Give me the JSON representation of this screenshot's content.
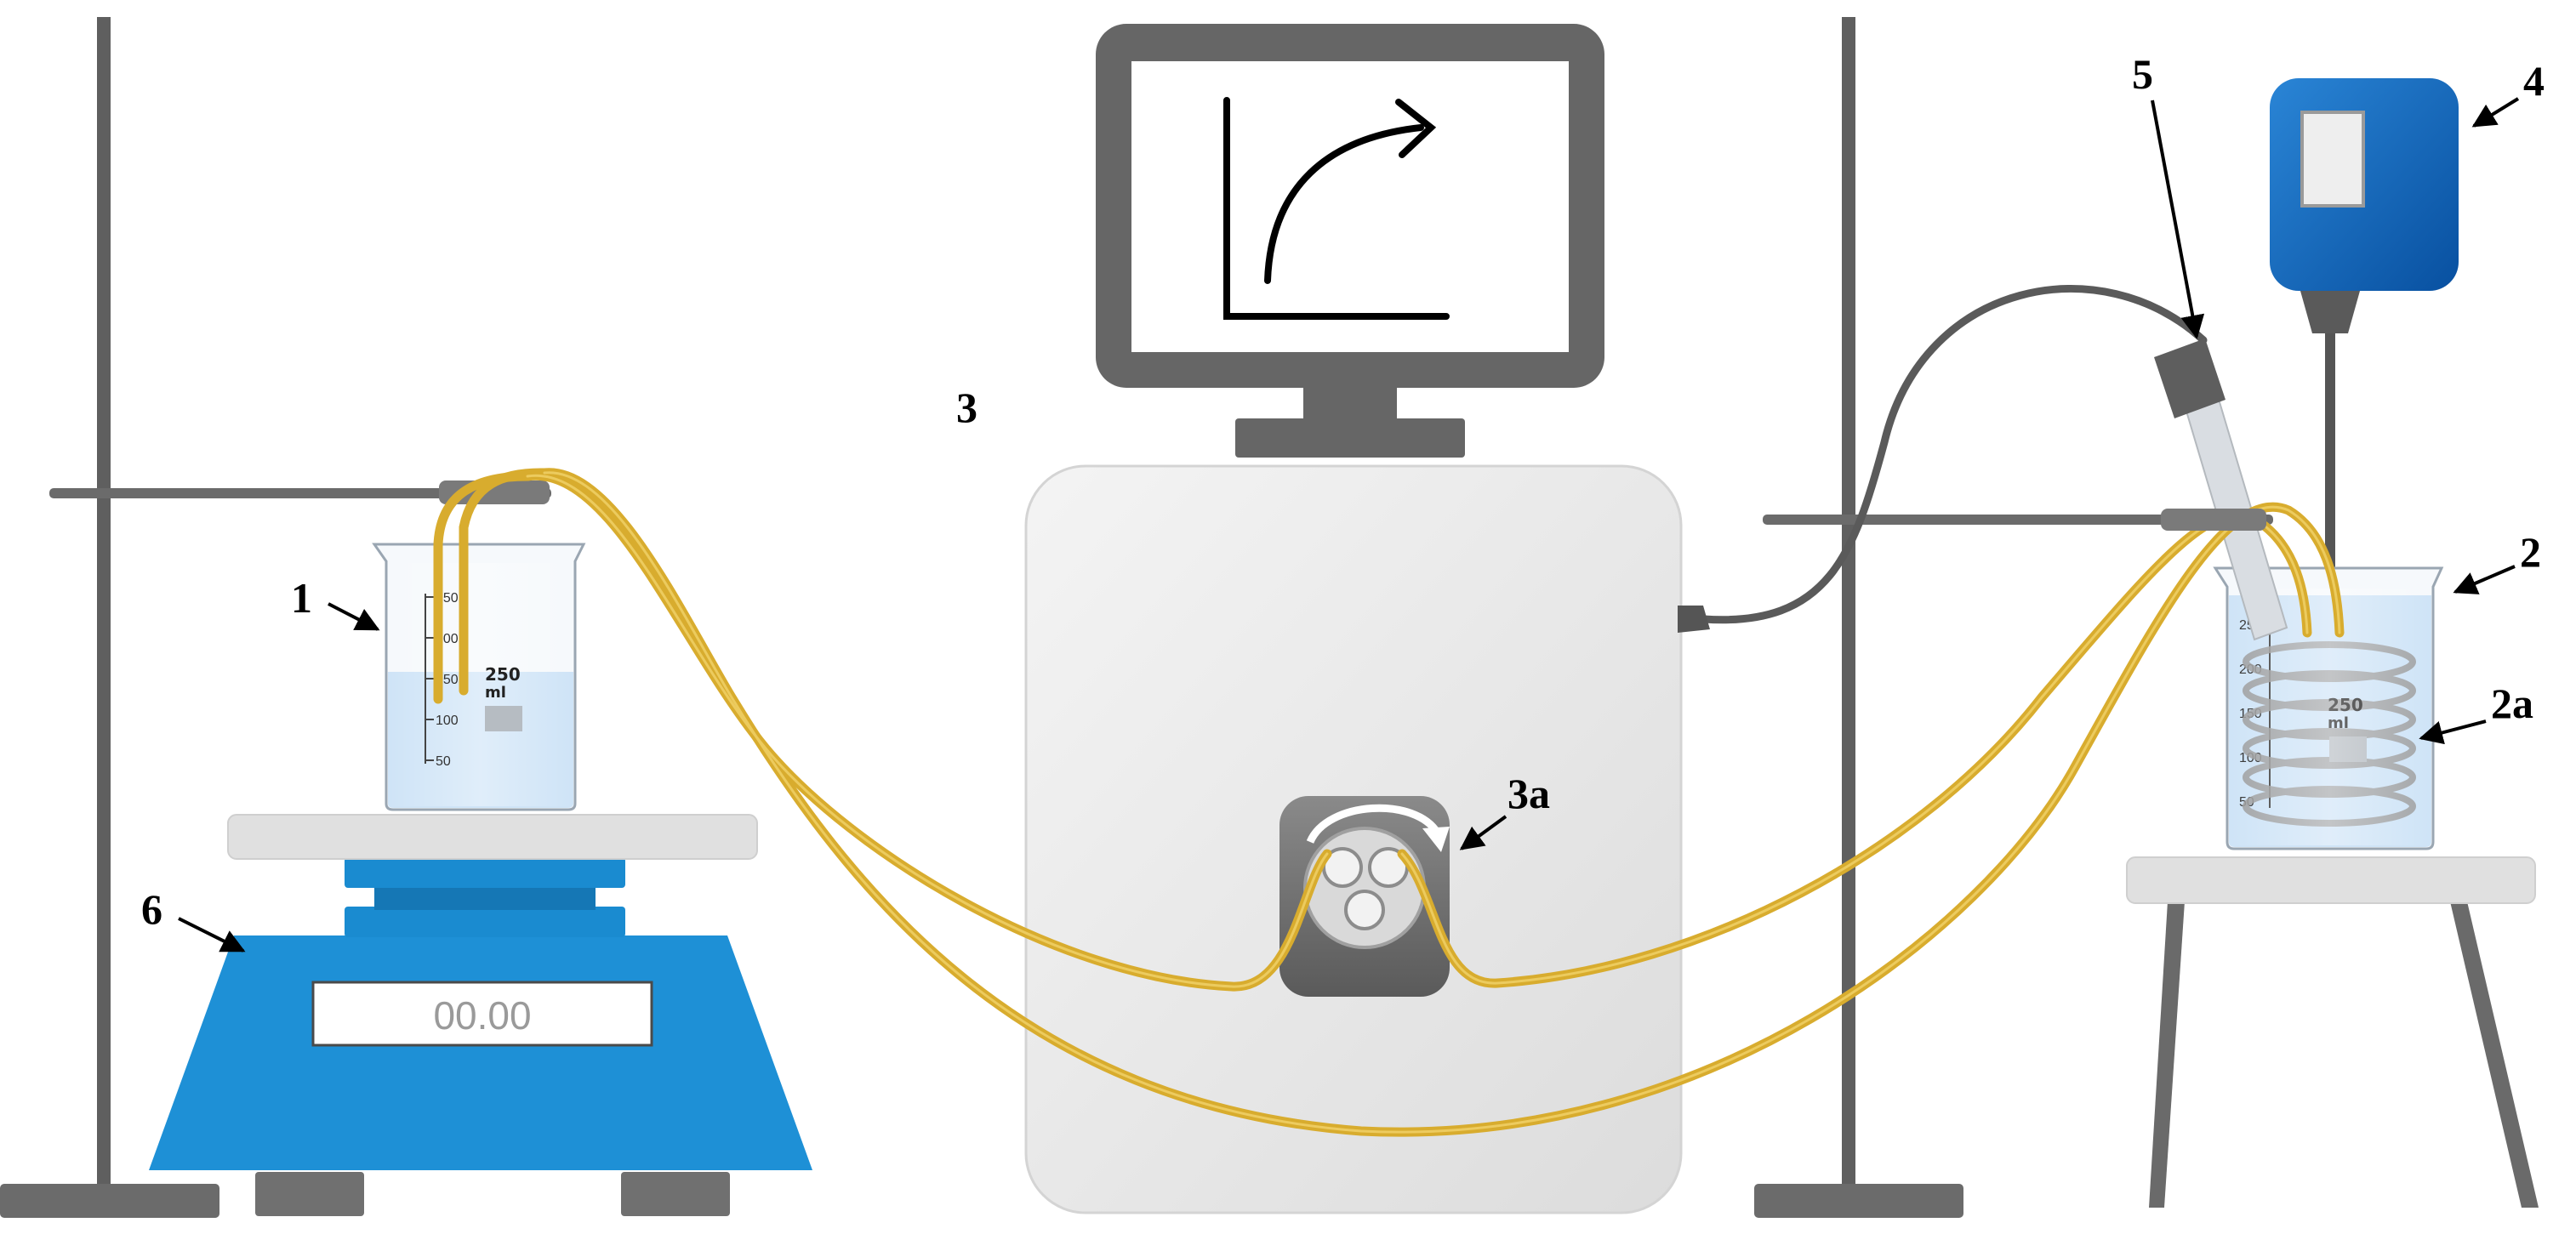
{
  "labels": {
    "feed_beaker": "1",
    "reactor_beaker": "2",
    "heating_coil": "2a",
    "pump_unit": "3",
    "pump_head": "3a",
    "stirrer": "4",
    "probe": "5",
    "balance": "6"
  },
  "balance_display": "00.00",
  "beaker_volume": {
    "value": "250",
    "unit": "ml"
  },
  "beaker_ticks": [
    "250",
    "200",
    "150",
    "100",
    "50"
  ],
  "colors": {
    "tubing": "#d8ac2e",
    "balance": "#1e90d6",
    "stirrer_motor": "#0a64b8",
    "stand": "#5f5f5f",
    "pump_cabinet": "#e9e9e9",
    "monitor": "#666666",
    "water": "#cfe4f7"
  },
  "icons": [
    "monitor-icon",
    "curve-graph-icon",
    "rotation-arrow-icon"
  ]
}
